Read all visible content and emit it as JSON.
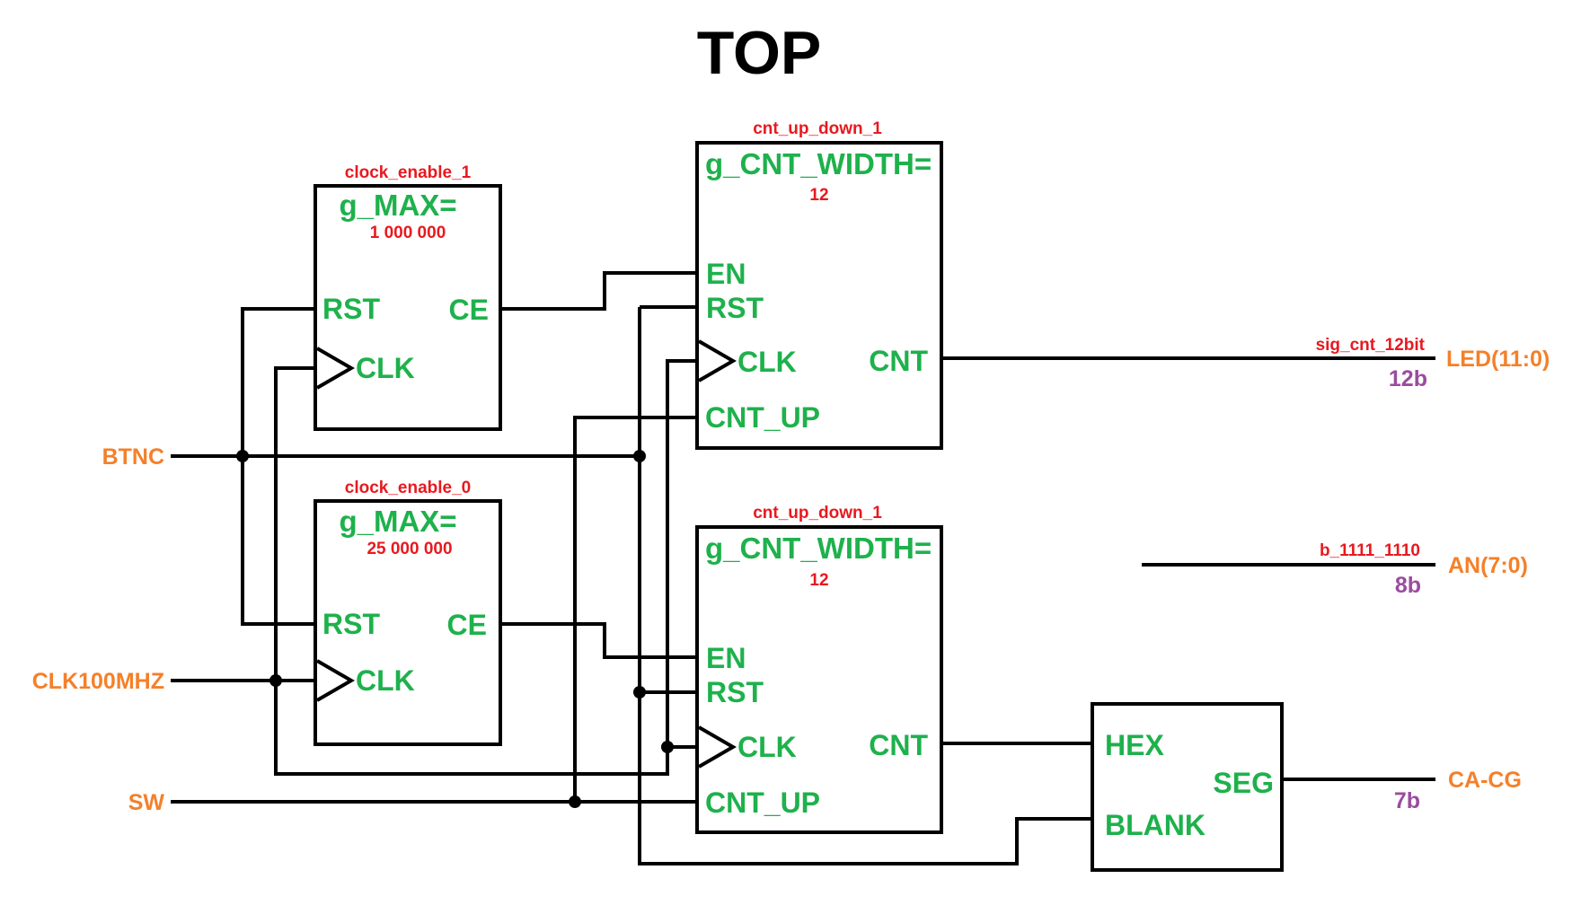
{
  "title": "TOP",
  "blocks": {
    "ce1": {
      "instance": "clock_enable_1",
      "generic": "g_MAX=",
      "generic_value": "1 000 000",
      "ports": {
        "rst": "RST",
        "ce": "CE",
        "clk": "CLK"
      }
    },
    "ce0": {
      "instance": "clock_enable_0",
      "generic": "g_MAX=",
      "generic_value": "25 000 000",
      "ports": {
        "rst": "RST",
        "ce": "CE",
        "clk": "CLK"
      }
    },
    "cnt_top": {
      "instance": "cnt_up_down_1",
      "generic": "g_CNT_WIDTH=",
      "generic_value": "12",
      "ports": {
        "en": "EN",
        "rst": "RST",
        "clk": "CLK",
        "cnt_up": "CNT_UP",
        "cnt": "CNT"
      }
    },
    "cnt_bottom": {
      "instance": "cnt_up_down_1",
      "generic": "g_CNT_WIDTH=",
      "generic_value": "12",
      "ports": {
        "en": "EN",
        "rst": "RST",
        "clk": "CLK",
        "cnt_up": "CNT_UP",
        "cnt": "CNT"
      }
    },
    "hex7seg": {
      "ports": {
        "hex": "HEX",
        "blank": "BLANK",
        "seg": "SEG"
      }
    }
  },
  "inputs": {
    "btnc": "BTNC",
    "clk": "CLK100MHZ",
    "sw": "SW"
  },
  "outputs": {
    "led": {
      "name": "LED(11:0)",
      "signal": "sig_cnt_12bit",
      "width": "12b"
    },
    "an": {
      "name": "AN(7:0)",
      "signal": "b_1111_1110",
      "width": "8b"
    },
    "seg": {
      "name": "CA-CG",
      "width": "7b"
    }
  }
}
